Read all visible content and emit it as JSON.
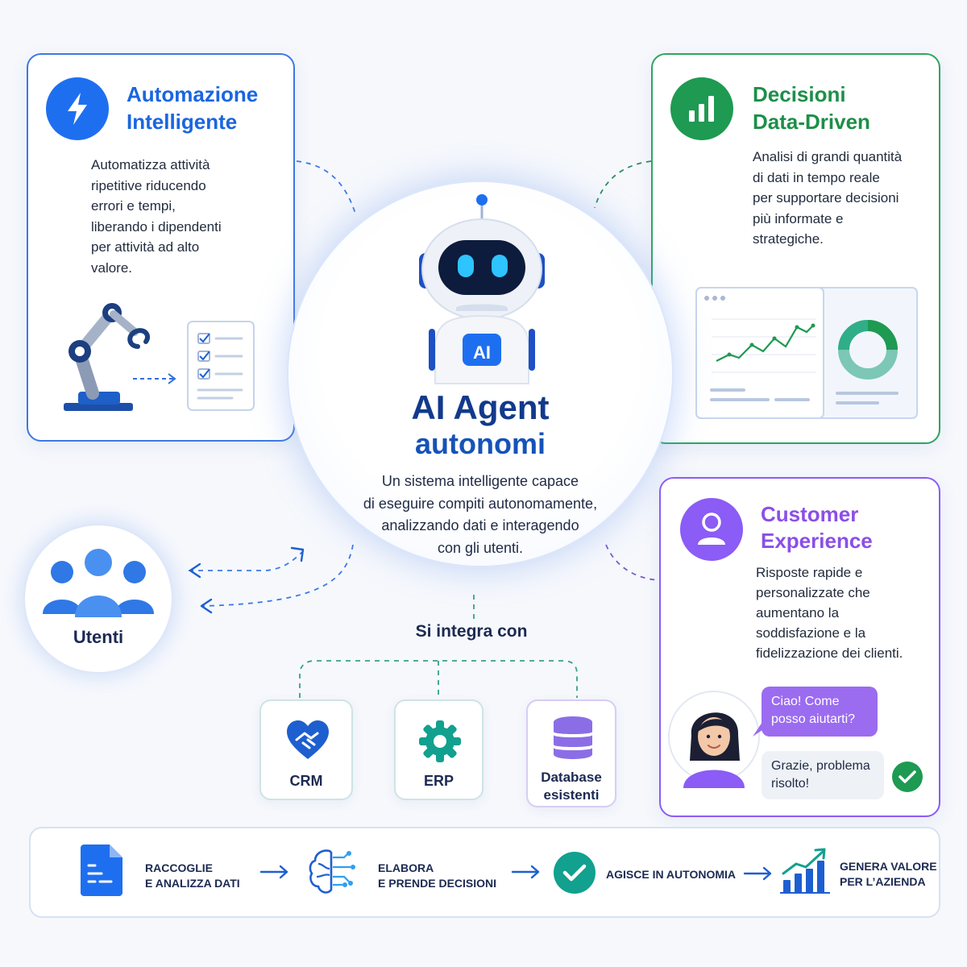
{
  "cards": {
    "automation": {
      "title_line1": "Automazione",
      "title_line2": "Intelligente",
      "text": [
        "Automatizza attività",
        "ripetitive riducendo",
        "errori e tempi,",
        "liberando i dipendenti",
        "per attività ad alto",
        "valore."
      ]
    },
    "data": {
      "title_line1": "Decisioni",
      "title_line2": "Data-Driven",
      "text": [
        "Analisi di grandi quantità",
        "di dati in tempo reale",
        "per supportare decisioni",
        "più informate e",
        "strategiche."
      ]
    },
    "cx": {
      "title_line1": "Customer",
      "title_line2": "Experience",
      "text": [
        "Risposte rapide e",
        "personalizzate che",
        "aumentano la",
        "soddisfazione e la",
        "fidelizzazione dei clienti."
      ],
      "chat_bot_line1": "Ciao! Come",
      "chat_bot_line2": "posso aiutarti?",
      "chat_user_line1": "Grazie, problema",
      "chat_user_line2": "risolto!"
    }
  },
  "main": {
    "robot_badge": "AI",
    "title_line1": "AI Agent",
    "title_line2": "autonomi",
    "desc": [
      "Un sistema intelligente capace",
      "di eseguire compiti autonomamente,",
      "analizzando dati e interagendo",
      "con gli utenti."
    ]
  },
  "users": {
    "label": "Utenti"
  },
  "integrations": {
    "title": "Si integra con",
    "items": [
      {
        "label1": "CRM",
        "label2": ""
      },
      {
        "label1": "ERP",
        "label2": ""
      },
      {
        "label1": "Database",
        "label2": "esistenti"
      }
    ]
  },
  "steps": [
    {
      "line1": "RACCOGLIE",
      "line2": "E ANALIZZA DATI"
    },
    {
      "line1": "ELABORA",
      "line2": "E PRENDE DECISIONI"
    },
    {
      "line1": "AGISCE IN AUTONOMIA",
      "line2": ""
    },
    {
      "line1": "GENERA VALORE",
      "line2": "PER L’AZIENDA"
    }
  ],
  "colors": {
    "blue": "#1e6ff0",
    "green": "#1e9a52",
    "purple": "#8b5cf6",
    "teal": "#12a08f",
    "navy": "#123a8c"
  },
  "icons": [
    "lightning-icon",
    "bar-chart-icon",
    "user-icon",
    "robot-arm-icon",
    "checklist-icon",
    "line-chart-icon",
    "donut-chart-icon",
    "users-group-icon",
    "handshake-heart-icon",
    "gear-icon",
    "database-icon",
    "document-icon",
    "brain-circuit-icon",
    "check-circle-icon",
    "growth-chart-icon"
  ]
}
